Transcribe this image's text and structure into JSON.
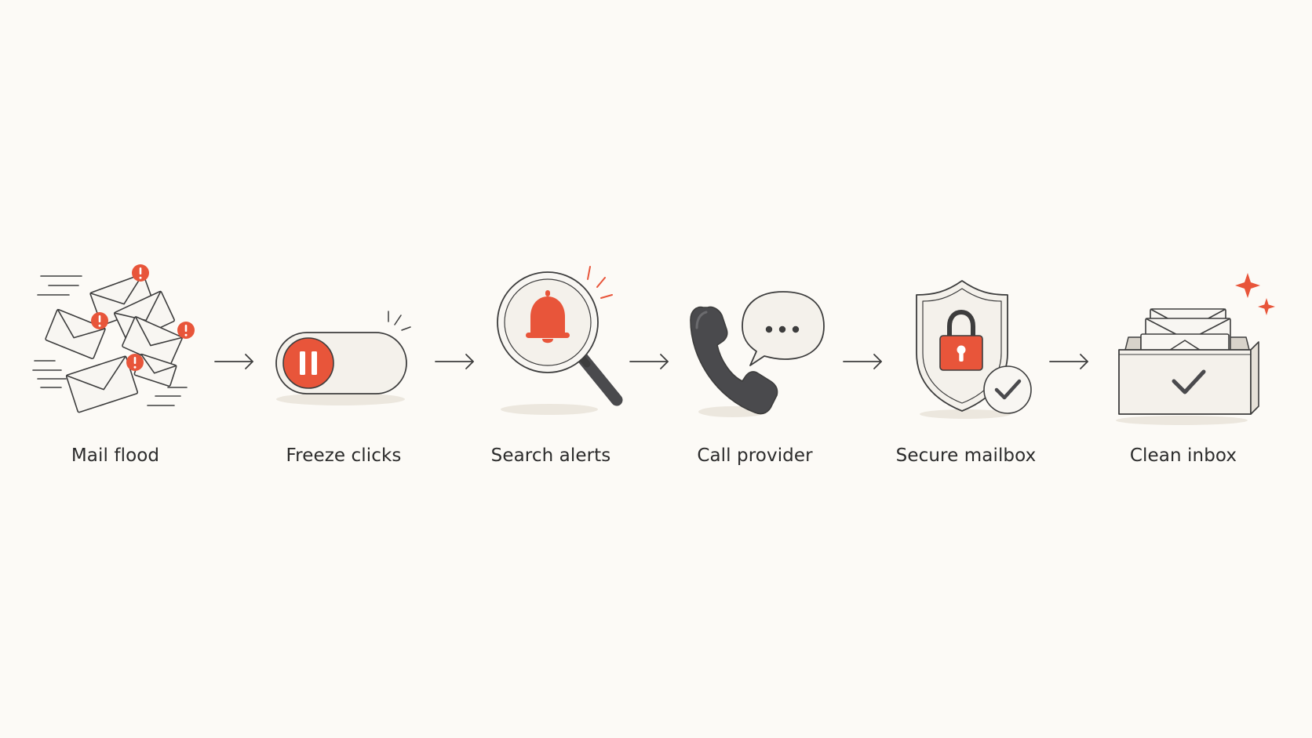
{
  "colors": {
    "background": "#fcfaf6",
    "accent": "#e8553a",
    "line": "#3d3d3d",
    "paper": "#f4f1eb",
    "dark": "#4a4a4d",
    "shadow": "#ece7de",
    "text": "#2b2b2b"
  },
  "steps": [
    {
      "label": "Mail flood",
      "icon": "mail-flood-icon"
    },
    {
      "label": "Freeze clicks",
      "icon": "pause-toggle-icon"
    },
    {
      "label": "Search alerts",
      "icon": "magnifier-bell-icon"
    },
    {
      "label": "Call provider",
      "icon": "phone-chat-icon"
    },
    {
      "label": "Secure mailbox",
      "icon": "shield-lock-icon"
    },
    {
      "label": "Clean inbox",
      "icon": "clean-inbox-icon"
    }
  ],
  "arrows": [
    {
      "from": "Mail flood",
      "to": "Freeze clicks"
    },
    {
      "from": "Freeze clicks",
      "to": "Search alerts"
    },
    {
      "from": "Search alerts",
      "to": "Call provider"
    },
    {
      "from": "Call provider",
      "to": "Secure mailbox"
    },
    {
      "from": "Secure mailbox",
      "to": "Clean inbox"
    }
  ]
}
